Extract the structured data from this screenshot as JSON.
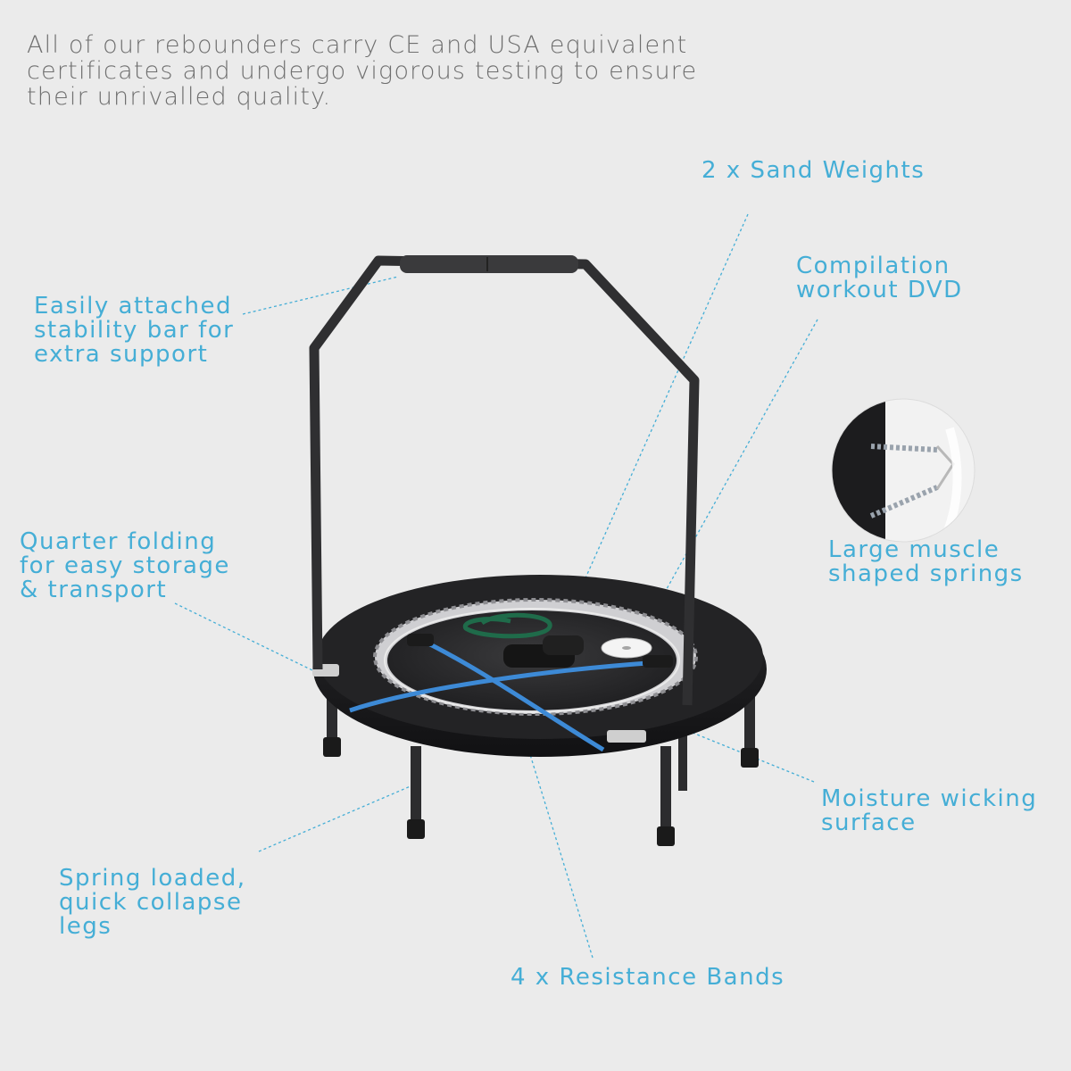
{
  "intro": {
    "text": "All of our rebounders carry CE and USA equivalent\ncertificates and undergo vigorous testing to ensure\ntheir unrivalled quality."
  },
  "features": {
    "sand_weights": "2 x Sand Weights",
    "dvd": "Compilation\nworkout DVD",
    "stability_bar": "Easily attached\nstability bar for\nextra support",
    "springs": "Large muscle\nshaped springs",
    "folding": "Quarter folding\nfor easy storage\n& transport",
    "surface": "Moisture wicking\nsurface",
    "legs": "Spring loaded,\nquick collapse\nlegs",
    "bands": "4 x Resistance Bands"
  },
  "colors": {
    "background": "#ebebeb",
    "intro_text": "#6f6f6f",
    "accent": "#45aed6",
    "frame": "#2c2c2e"
  }
}
